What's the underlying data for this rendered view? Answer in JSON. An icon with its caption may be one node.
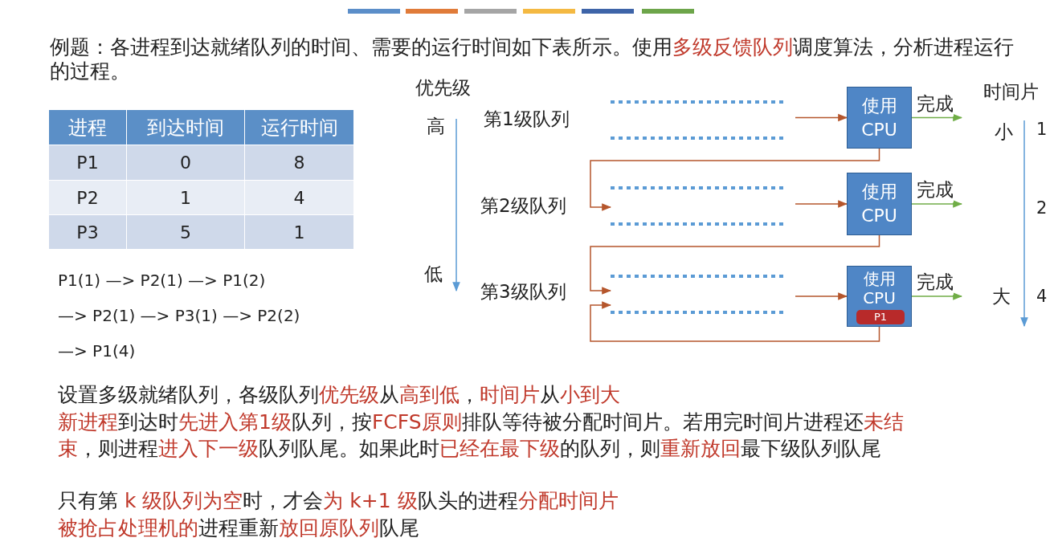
{
  "diagram": {
    "nodes": [
      {
        "text": [],
        "shape": "queue",
        "beside": [
          "第1级队列"
        ]
      },
      {
        "text": [
          "使用 CPU"
        ]
      },
      {
        "text": [],
        "shape": "queue",
        "beside": [
          "第2级队列"
        ]
      },
      {
        "text": [
          "使用 CPU"
        ]
      },
      {
        "text": [],
        "shape": "queue",
        "beside": [
          "第3级队列"
        ]
      },
      {
        "text": [
          "使用 CPU"
        ]
      },
      {
        "text": [
          "P1"
        ],
        "in": 5
      }
    ],
    "edges": [
      {
        "from": 0,
        "to": 1,
        "arrow": "to"
      },
      {
        "from": 1,
        "to": null,
        "arrow": "to",
        "label": "完成",
        "color": "#70ad47"
      },
      {
        "from": 1,
        "to": 2,
        "arrow": "to"
      },
      {
        "from": 2,
        "to": 3,
        "arrow": "to"
      },
      {
        "from": 3,
        "to": null,
        "arrow": "to",
        "label": "完成",
        "color": "#70ad47"
      },
      {
        "from": 3,
        "to": 4,
        "arrow": "to"
      },
      {
        "from": 4,
        "to": 5,
        "arrow": "to"
      },
      {
        "from": 5,
        "to": null,
        "arrow": "to",
        "label": "完成",
        "color": "#70ad47"
      },
      {
        "from": 5,
        "to": 4,
        "arrow": "to"
      }
    ],
    "labels": [
      "例题：各进程到达就绪队列的时间、需要的运行时间如下表所示。使用**多级反馈队列**调度算法，分析进程运行的过程。",
      "进程",
      "到达时间",
      "运行时间",
      "P1",
      "0",
      "8",
      "P2",
      "1",
      "4",
      "P3",
      "5",
      "1",
      "P1(1) —> P2(1) —> P1(2)",
      "—> P2(1) —> P3(1) —> P2(2)",
      "—> P1(4)",
      "优先级",
      "高",
      "低",
      "时间片",
      "小",
      "1",
      "2",
      "大",
      "4",
      "设置多级就绪队列，各级队列**优先级**从**高到低**，**时间片**从**小到大**",
      "**新进程**到达时**先进入第1级**队列，按**FCFS原则**排队等待被分配时间片。若用完时间片进程还**未结束**，则进程**进入下一级**队列队尾。如果此时**已经在最下级**的队列，则**重新放回**最下级队列队尾",
      "只有第 **k 级队列为空**时，才会**为 k+1 级**队头的进程**分配时间片**",
      "**被抢占处理机的**进程重新**放回原队列**队尾"
    ]
  }
}
